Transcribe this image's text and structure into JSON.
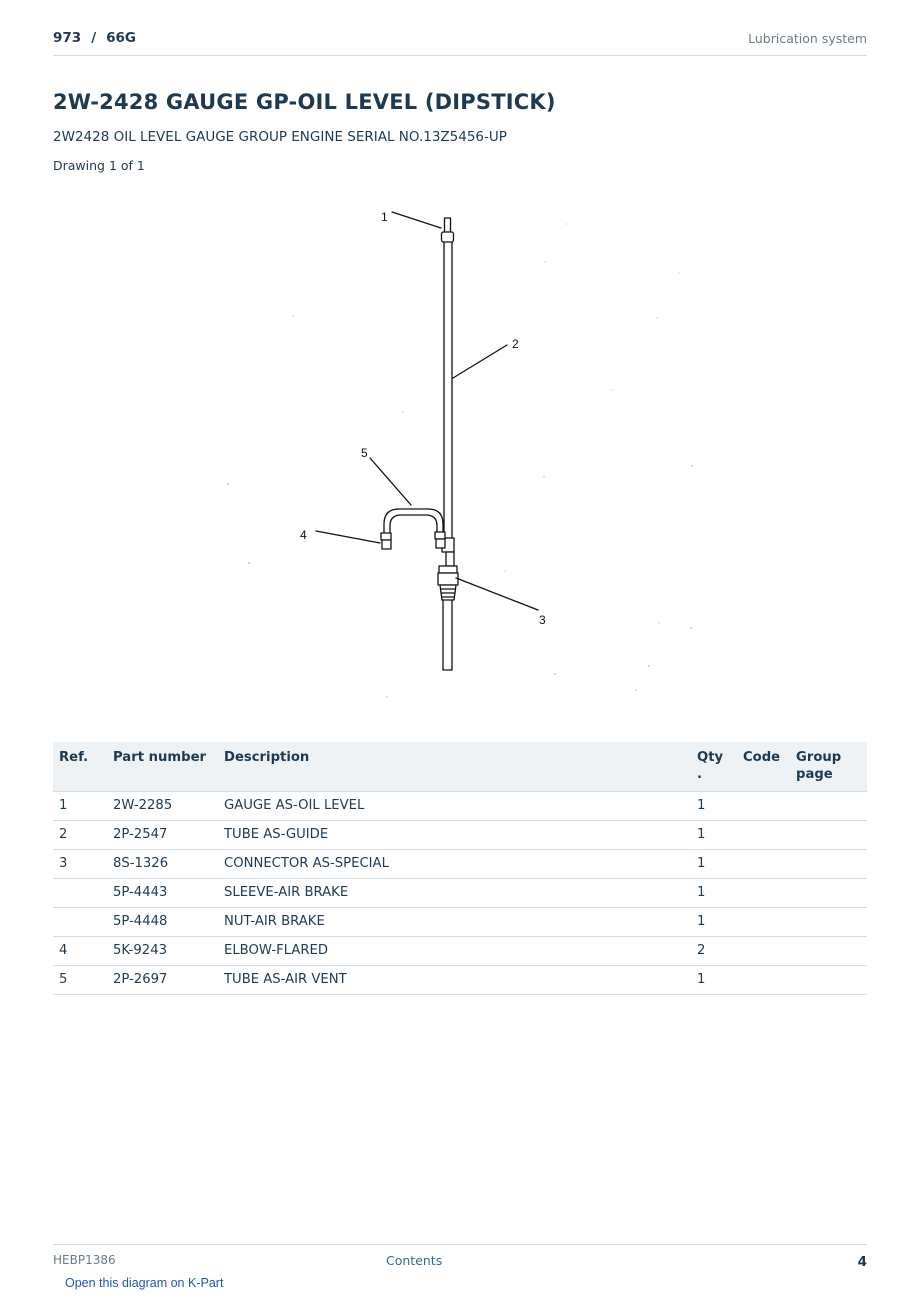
{
  "header": {
    "model": "973",
    "separator": "/",
    "serial_prefix": "66G",
    "section": "Lubrication system"
  },
  "title": "2W-2428 GAUGE GP-OIL LEVEL (DIPSTICK)",
  "subtitle": "2W2428 OIL LEVEL GAUGE GROUP ENGINE SERIAL NO.13Z5456-UP",
  "drawing_label": "Drawing 1 of 1",
  "diagram": {
    "callouts": [
      "1",
      "2",
      "3",
      "4",
      "5"
    ]
  },
  "table": {
    "headers": {
      "ref": "Ref.",
      "part_number": "Part number",
      "description": "Description",
      "qty": "Qty\n.",
      "code": "Code",
      "group_page": "Group\npage"
    },
    "rows": [
      {
        "ref": "1",
        "part_number": "2W-2285",
        "description": "GAUGE AS-OIL LEVEL",
        "qty": "1",
        "code": "",
        "group_page": ""
      },
      {
        "ref": "2",
        "part_number": "2P-2547",
        "description": "TUBE AS-GUIDE",
        "qty": "1",
        "code": "",
        "group_page": ""
      },
      {
        "ref": "3",
        "part_number": "8S-1326",
        "description": "CONNECTOR AS-SPECIAL",
        "qty": "1",
        "code": "",
        "group_page": ""
      },
      {
        "ref": "",
        "part_number": "5P-4443",
        "description": "SLEEVE-AIR BRAKE",
        "qty": "1",
        "code": "",
        "group_page": ""
      },
      {
        "ref": "",
        "part_number": "5P-4448",
        "description": "NUT-AIR BRAKE",
        "qty": "1",
        "code": "",
        "group_page": ""
      },
      {
        "ref": "4",
        "part_number": "5K-9243",
        "description": "ELBOW-FLARED",
        "qty": "2",
        "code": "",
        "group_page": ""
      },
      {
        "ref": "5",
        "part_number": "2P-2697",
        "description": "TUBE AS-AIR VENT",
        "qty": "1",
        "code": "",
        "group_page": ""
      }
    ]
  },
  "footer": {
    "doc_id": "HEBP1386",
    "contents_link": "Contents",
    "page_number": "4",
    "kpart_link": "Open this diagram on K-Part"
  }
}
